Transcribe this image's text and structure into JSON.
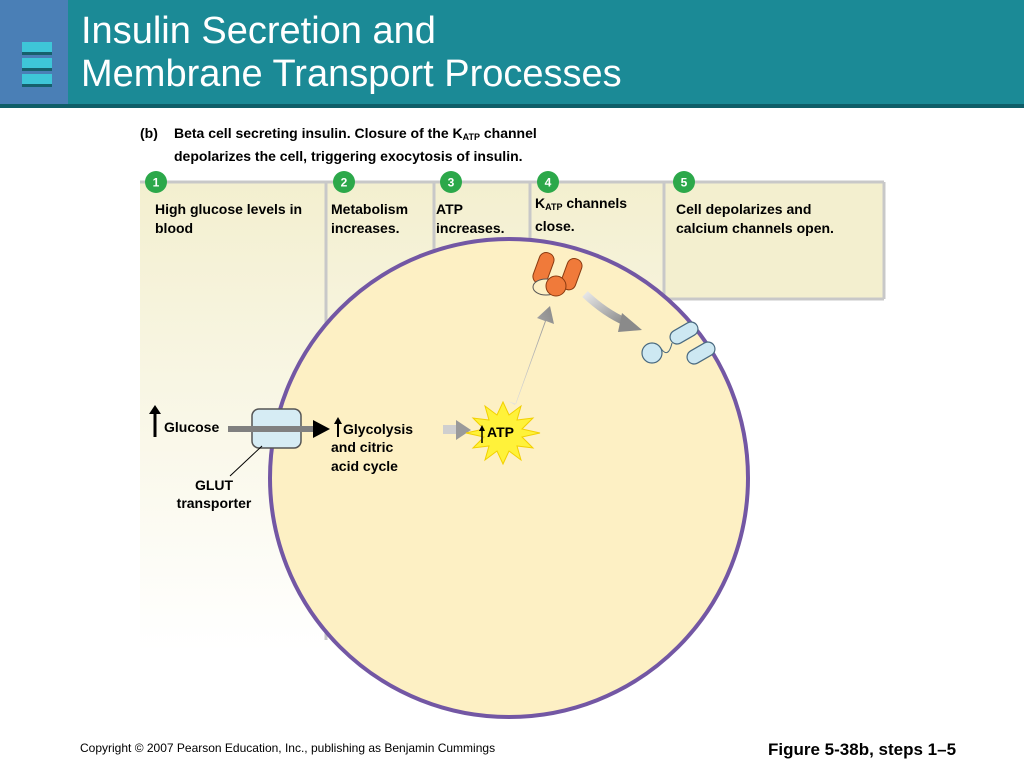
{
  "header": {
    "title_line1": "Insulin Secretion and",
    "title_line2": "Membrane Transport Processes",
    "color": "#1b8a96"
  },
  "caption": {
    "label": "(b)",
    "text_part1": "Beta cell secreting insulin. Closure of the K",
    "text_sub": "ATP",
    "text_part2": " channel depolarizes the cell, triggering exocytosis of insulin."
  },
  "steps": [
    {
      "number": "1",
      "text": "High glucose levels in blood"
    },
    {
      "number": "2",
      "text": "Metabolism increases."
    },
    {
      "number": "3",
      "text": "ATP increases."
    },
    {
      "number": "4",
      "text_part1": "K",
      "text_sub": "ATP",
      "text_part2": " channels close."
    },
    {
      "number": "5",
      "text": "Cell depolarizes and calcium channels open."
    }
  ],
  "labels": {
    "glucose": "Glucose",
    "glut_line1": "GLUT",
    "glut_line2": "transporter",
    "glycolysis_line1": "Glycolysis",
    "glycolysis_line2": "and citric",
    "glycolysis_line3": "acid cycle",
    "atp": "ATP"
  },
  "icons": [
    "increase-arrow-icon",
    "burst-icon",
    "flow-arrow-icon",
    "katp-channel-icon",
    "calcium-channel-icon"
  ],
  "colors": {
    "cell_fill": "#fdf0c4",
    "cell_border": "#7357a4",
    "badge": "#2ca84a",
    "katp_channel": "#f07a3a",
    "calcium_channel": "#cde8f2",
    "atp_burst": "#fff23a"
  },
  "footer": {
    "copyright": "Copyright © 2007 Pearson Education, Inc., publishing as Benjamin Cummings",
    "figure": "Figure 5-38b, steps 1–5"
  }
}
